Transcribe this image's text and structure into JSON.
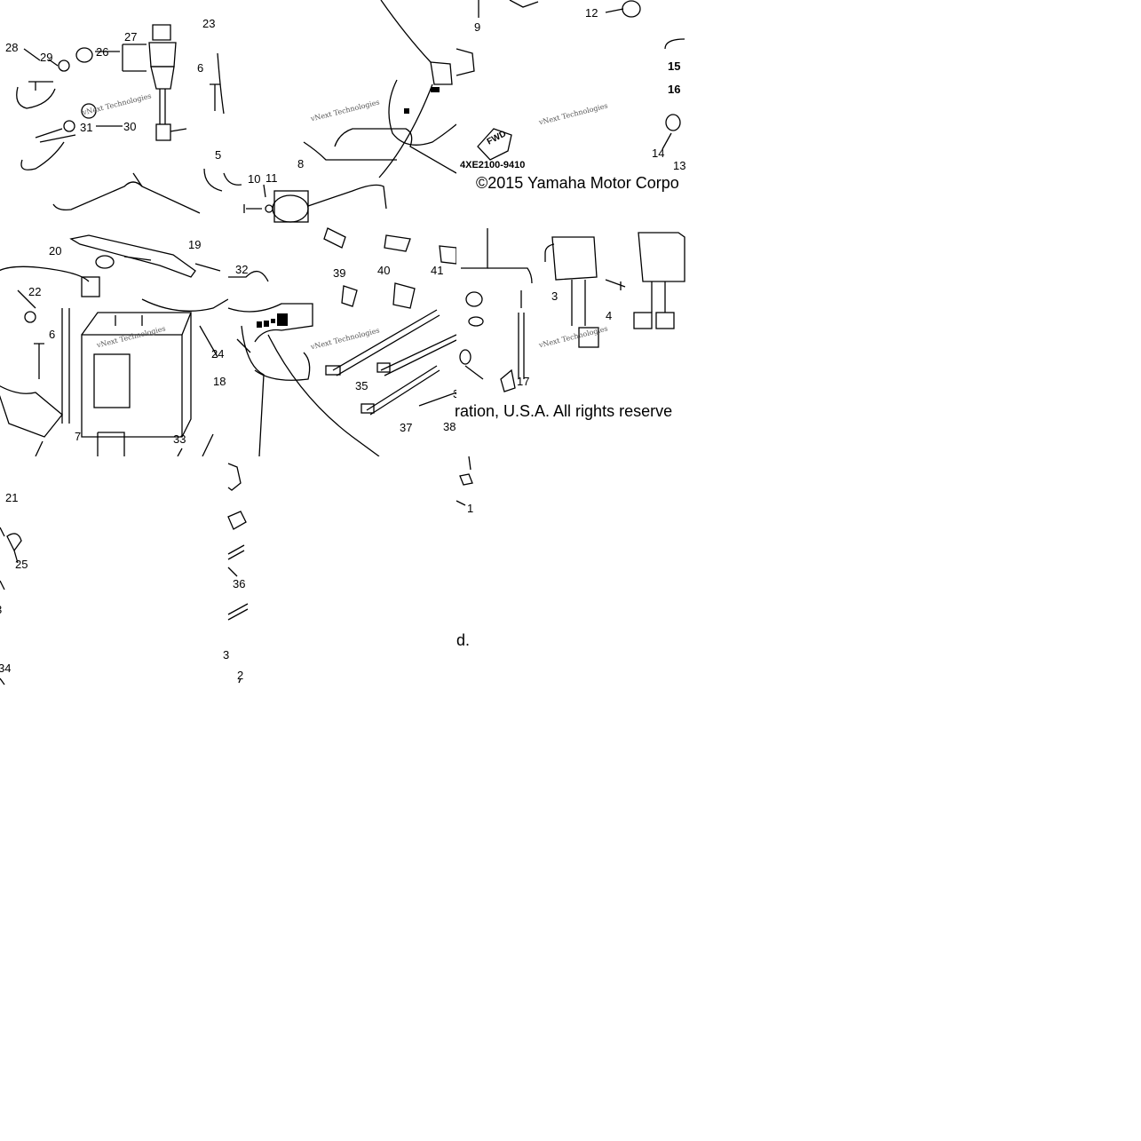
{
  "diagram": {
    "callouts": {
      "n1": "1",
      "n2": "2",
      "n3": "3",
      "n4": "4",
      "n5": "5",
      "n6a": "6",
      "n6b": "6",
      "n7": "7",
      "n8": "8",
      "n9": "9",
      "n10": "10",
      "n11": "11",
      "n12": "12",
      "n13": "13",
      "n14": "14",
      "n15": "15",
      "n16": "16",
      "n17": "17",
      "n18": "18",
      "n19": "19",
      "n20": "20",
      "n21": "21",
      "n22": "22",
      "n23": "23",
      "n24": "24",
      "n25": "25",
      "n26": "26",
      "n27": "27",
      "n28": "28",
      "n29": "29",
      "n30": "30",
      "n31": "31",
      "n32": "32",
      "n33": "33",
      "n34": "34",
      "n35": "35",
      "n36": "36",
      "n37": "37",
      "n38": "38",
      "n39": "39",
      "n40": "40",
      "n41": "41",
      "n3b": "3",
      "n8b": "3",
      "n3c": "3"
    },
    "watermark": "vNext Technologies",
    "fwd_label": "FWD",
    "diagram_code": "4XE2100-9410",
    "copyright_part1": "©2015 Yamaha Motor Corpo",
    "copyright_part2": "ration, U.S.A. All rights reserve",
    "copyright_part3": "d."
  }
}
